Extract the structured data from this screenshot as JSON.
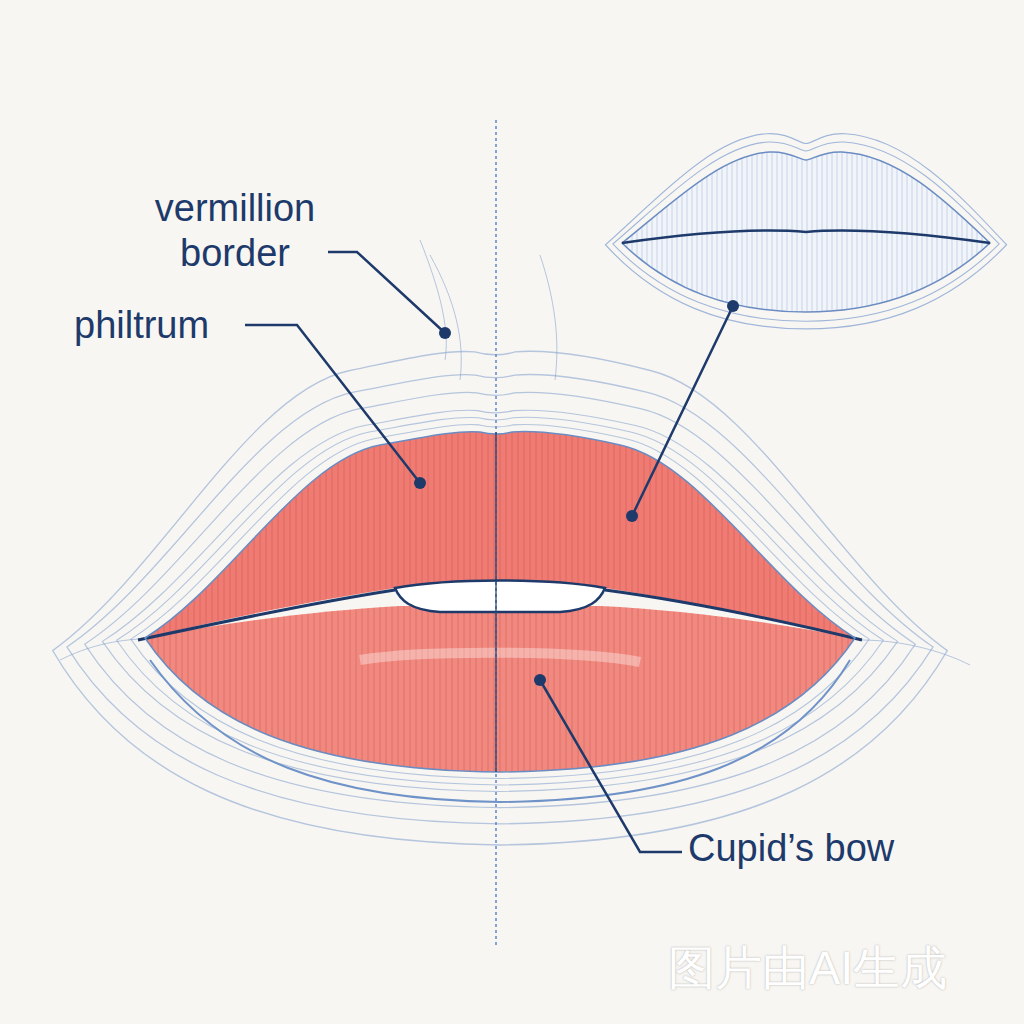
{
  "diagram": {
    "labels": [
      "vermillion border",
      "philtrum",
      "Cupid’s bow",
      "图片由AI生成"
    ]
  }
}
